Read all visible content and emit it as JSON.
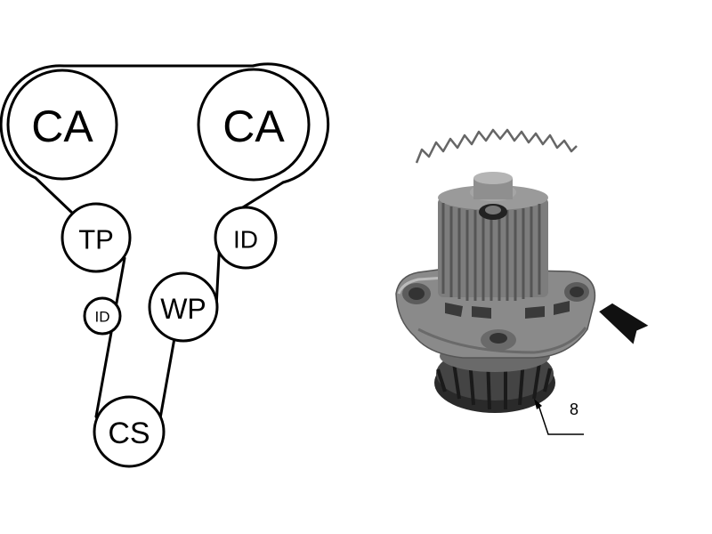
{
  "belt_diagram": {
    "pulleys": [
      {
        "id": "ca-left",
        "label": "CA"
      },
      {
        "id": "ca-right",
        "label": "CA"
      },
      {
        "id": "tp",
        "label": "TP"
      },
      {
        "id": "id-right",
        "label": "ID"
      },
      {
        "id": "wp",
        "label": "WP"
      },
      {
        "id": "id-small",
        "label": "ID"
      },
      {
        "id": "cs",
        "label": "CS"
      }
    ]
  },
  "product": {
    "callout_number": "8"
  },
  "colors": {
    "line": "#000000",
    "pump_body": "#8c8c8c",
    "pump_dark": "#3c3c3c",
    "background": "#ffffff"
  }
}
